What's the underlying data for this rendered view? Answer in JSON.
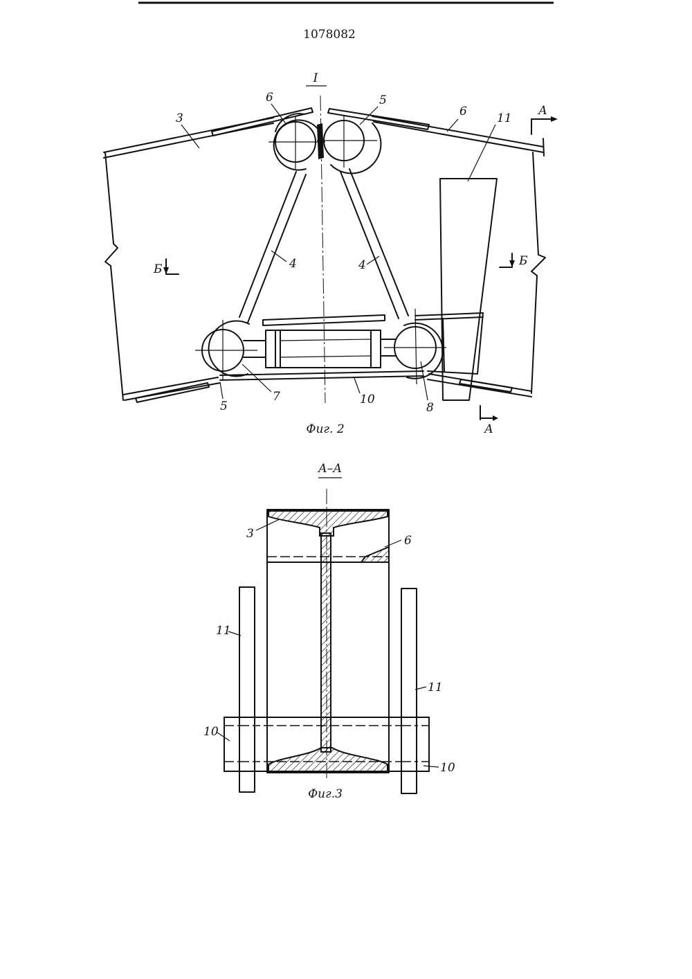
{
  "document": {
    "patent_number": "1078082"
  },
  "figure2": {
    "view_label": "I",
    "caption": "Фиг. 2",
    "section_arrow_A": "А",
    "section_arrow_B": "Б",
    "part_labels": {
      "p3": "3",
      "p4_left": "4",
      "p4_right": "4",
      "p5_top": "5",
      "p5_bottom": "5",
      "p6_top_left": "6",
      "p6_top_right": "6",
      "p7": "7",
      "p8": "8",
      "p10": "10",
      "p11": "11"
    }
  },
  "figure3": {
    "section_label": "А–А",
    "caption": "Фиг.3",
    "part_labels": {
      "p3": "3",
      "p6": "6",
      "p10_left": "10",
      "p10_right": "10",
      "p11_left": "11",
      "p11_right": "11"
    }
  }
}
